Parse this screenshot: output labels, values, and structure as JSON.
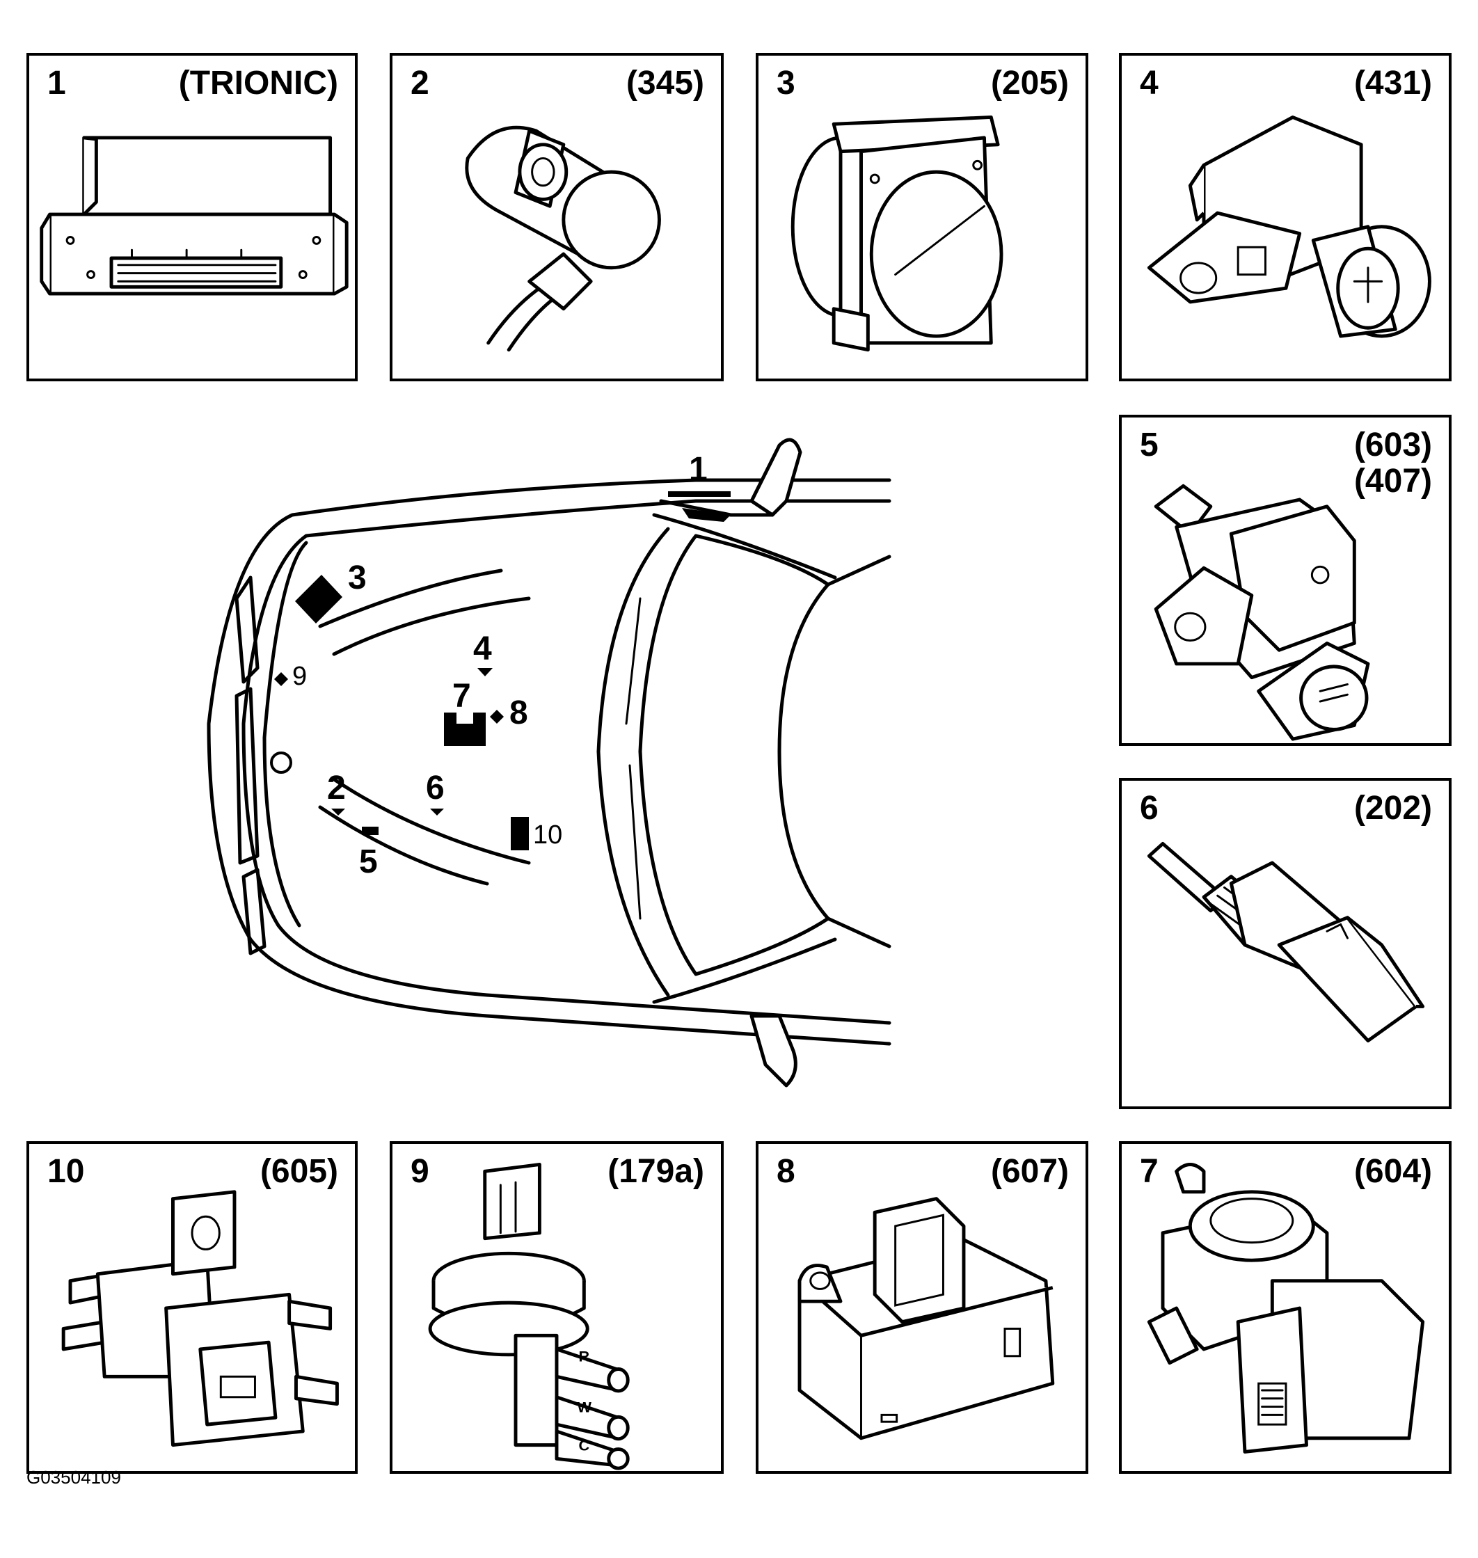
{
  "figure_id": "G03504109",
  "panels": [
    {
      "num": "1",
      "code": "(TRIONIC)"
    },
    {
      "num": "2",
      "code": "(345)"
    },
    {
      "num": "3",
      "code": "(205)"
    },
    {
      "num": "4",
      "code": "(431)"
    },
    {
      "num": "5",
      "code": "(603)",
      "code2": "(407)"
    },
    {
      "num": "6",
      "code": "(202)"
    },
    {
      "num": "10",
      "code": "(605)"
    },
    {
      "num": "9",
      "code": "(179a)",
      "ports": [
        "R",
        "W",
        "C"
      ]
    },
    {
      "num": "8",
      "code": "(607)"
    },
    {
      "num": "7",
      "code": "(604)"
    }
  ],
  "car_callouts": [
    "1",
    "2",
    "3",
    "4",
    "5",
    "6",
    "7",
    "8",
    "9",
    "10"
  ]
}
